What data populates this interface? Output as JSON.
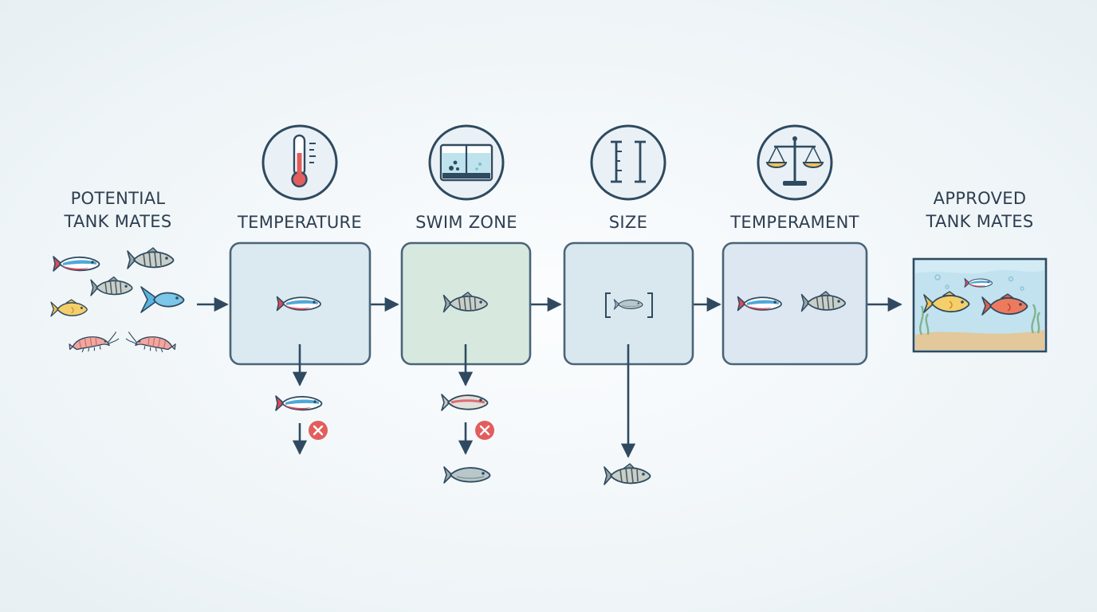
{
  "input_label": [
    "POTENTIAL",
    "TANK MATES"
  ],
  "output_label": [
    "APPROVED",
    "TANK MATES"
  ],
  "stages": [
    {
      "name": "TEMPERATURE",
      "icon": "thermometer-icon",
      "tint": "#dbe9f1"
    },
    {
      "name": "SWIM ZONE",
      "icon": "swim-zone-icon",
      "tint": "#d7e9df"
    },
    {
      "name": "SIZE",
      "icon": "ruler-icon",
      "tint": "#d9e8ef"
    },
    {
      "name": "TEMPERAMENT",
      "icon": "balance-scale-icon",
      "tint": "#dce7f2"
    }
  ],
  "colors": {
    "outline": "#2f4a60",
    "box_stroke": "#4a6478",
    "reject": "#e35d5d",
    "neon_blue": "#4fa9d8",
    "neon_red": "#e04a5a",
    "gold": "#f2c04a",
    "sand": "#e2c89a",
    "water": "#d3ebf5"
  }
}
